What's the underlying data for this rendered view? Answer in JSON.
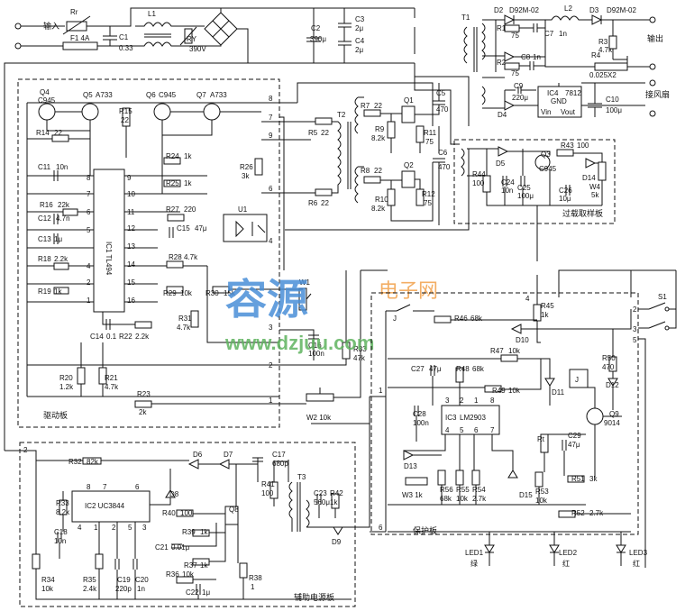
{
  "colors": {
    "line": "#111111",
    "wm_blue": "#4a8fd8",
    "wm_orange": "#f1a04a",
    "wm_green": "#5fb35f"
  },
  "terminals": {
    "input": "输入",
    "output": "输出",
    "fan": "接风扇"
  },
  "boards": {
    "drive": "驱动板",
    "overload": "过载取样板",
    "aux": "辅助电源板",
    "protect": "保护板"
  },
  "watermark": {
    "name": "容源",
    "sub": "电子网",
    "url": "www.dzjuu.com"
  },
  "components": {
    "Rr": "Rr",
    "F1": "F1 4A",
    "L1": "L1",
    "RY": "RY",
    "RYv": "390V",
    "C1": "C1",
    "C1v": "0.33",
    "C2": "C2",
    "C2v": "390μ",
    "C3": "C3",
    "C3v": "2μ",
    "C4": "C4",
    "C4v": "2μ",
    "T1": "T1",
    "D2": "D2",
    "D92a": "D92M-02",
    "L2": "L2",
    "D3": "D3",
    "D92b": "D92M-02",
    "R1": "R1",
    "R1v": "75",
    "C7": "C7",
    "C7v": "1n",
    "R2": "R2",
    "R2v": "75",
    "C8": "C8",
    "C8v": "1n",
    "R3": "R3",
    "R3v": "4.7k",
    "R4": "R4",
    "R4v": "0.025X2",
    "C9": "C9",
    "C9v": "220μ",
    "D4": "D4",
    "IC4": "IC4",
    "IC4v": "7812",
    "GND": "GND",
    "Vin": "Vin",
    "Vout": "Vout",
    "C10": "C10",
    "C10v": "100μ",
    "Q4": "Q4",
    "Q4v": "C945",
    "Q5": "Q5",
    "Q5v": "A733",
    "Q6": "Q6",
    "Q6v": "C945",
    "Q7": "Q7",
    "Q7v": "A733",
    "R15": "R15",
    "R15v": "22",
    "R14": "R14",
    "R14v": "22",
    "C11": "C11",
    "C11v": "10n",
    "C12": "C12",
    "C12v": "4.7n",
    "R16": "R16",
    "R16v": "22k",
    "C13": "C13",
    "C13v": "1μ",
    "R18": "R18",
    "R18v": "2.2k",
    "R19": "R19",
    "R19v": "1k",
    "IC1": "IC1 TL494",
    "R24": "R24",
    "R24v": "1k",
    "R25": "R25",
    "R25v": "1k",
    "R26": "R26",
    "R26v": "3k",
    "R27": "R27",
    "R27v": "220",
    "C15": "C15",
    "C15v": "47μ",
    "U1": "U1",
    "R28": "R28",
    "R28v": "4.7k",
    "R29": "R29",
    "R29v": "10k",
    "R30": "R30",
    "R30v": "15k",
    "R31": "R31",
    "R31v": "4.7k",
    "C14": "C14",
    "C14v": "0.1",
    "R22": "R22",
    "R22v": "2.2k",
    "R20": "R20",
    "R20v": "1.2k",
    "R21": "R21",
    "R21v": "4.7k",
    "R23": "R23",
    "R23v": "2k",
    "W1": "W1",
    "C16": "C16",
    "C16v": "100n",
    "R33x": "R33",
    "R33xv": "47k",
    "W2": "W2 10k",
    "R5": "R5",
    "R5v": "22",
    "R6": "R6",
    "R6v": "22",
    "T2": "T2",
    "R7": "R7",
    "R7v": "22",
    "R9": "R9",
    "R9v": "8.2k",
    "Q1": "Q1",
    "C5": "C5",
    "C5v": "470",
    "R11": "R11",
    "R11v": "75",
    "R8": "R8",
    "R8v": "22",
    "R10": "R10",
    "R10v": "8.2k",
    "Q2": "Q2",
    "C6": "C6",
    "C6v": "470",
    "R12": "R12",
    "R12v": "75",
    "R44": "R44",
    "R44v": "100",
    "D5": "D5",
    "C24": "C24",
    "C24v": "10n",
    "C25": "C25",
    "C25v": "100μ",
    "Q3": "Q3",
    "Q3v": "C945",
    "R43": "R43",
    "R43v": "100",
    "D14": "D14",
    "C26": "C26",
    "C26v": "10μ",
    "W4": "W4",
    "W4v": "5k",
    "S1": "S1",
    "J": "J",
    "R46": "R46",
    "R46v": "68k",
    "D10": "D10",
    "R45": "R45",
    "R45v": "1k",
    "R47": "R47",
    "R47v": "10k",
    "C27": "C27",
    "C27v": "47μ",
    "R48": "R48",
    "R48v": "68k",
    "R49": "R49",
    "R49v": "10k",
    "D11": "D11",
    "R50": "R50",
    "R50v": "470",
    "D12": "D12",
    "C28": "C28",
    "C28v": "100n",
    "IC3": "IC3",
    "IC3v": "LM2903",
    "Q9": "Q9",
    "Q9v": "9014",
    "Rt": "Rt",
    "C29": "C29",
    "C29v": "47μ",
    "R51": "R51",
    "R51v": "3k",
    "D13": "D13",
    "W3": "W3 1k",
    "R56": "R56",
    "R56v": "68k",
    "R55": "R55",
    "R55v": "10k",
    "R54": "R54",
    "R54v": "2.7k",
    "D15": "D15",
    "R53": "R53",
    "R53v": "10k",
    "R52": "R52",
    "R52v": "2.7k",
    "LED1": "LED1",
    "LED1c": "绿",
    "LED2": "LED2",
    "LED2c": "红",
    "LED3": "LED3",
    "LED3c": "红",
    "R32": "R32",
    "R32v": "82k",
    "D6": "D6",
    "D7": "D7",
    "C17": "C17",
    "C17v": "680p",
    "T3": "T3",
    "R33": "R33",
    "R33v": "8.2k",
    "IC2": "IC2 UC3844",
    "C18": "C18",
    "C18v": "10n",
    "D8": "D8",
    "R40": "R40",
    "R40v": "100",
    "Q8": "Q8",
    "R41": "R41",
    "R41v": "100",
    "C23": "C23",
    "C23v": "560μ",
    "R42": "R42",
    "R42v": "1k",
    "D9": "D9",
    "R39": "R39",
    "R39v": "1k",
    "C21": "C21",
    "C21v": "0.01μ",
    "R37": "R37",
    "R37v": "1k",
    "R34": "R34",
    "R34v": "10k",
    "R35": "R35",
    "R35v": "2.4k",
    "C19": "C19",
    "C19v": "220p",
    "C20": "C20",
    "C20v": "1n",
    "R36": "R36",
    "R36v": "10k",
    "C22": "C22",
    "C22v": "1μ",
    "R38": "R38",
    "R38v": "1"
  },
  "pins": {
    "p1": "1",
    "p2": "2",
    "p3": "3",
    "p4": "4",
    "p5": "5",
    "p6": "6",
    "p7": "7",
    "p8": "8",
    "p9": "9",
    "p10": "10",
    "p11": "11",
    "p12": "12",
    "p13": "13",
    "p14": "14",
    "p15": "15",
    "p16": "16"
  }
}
